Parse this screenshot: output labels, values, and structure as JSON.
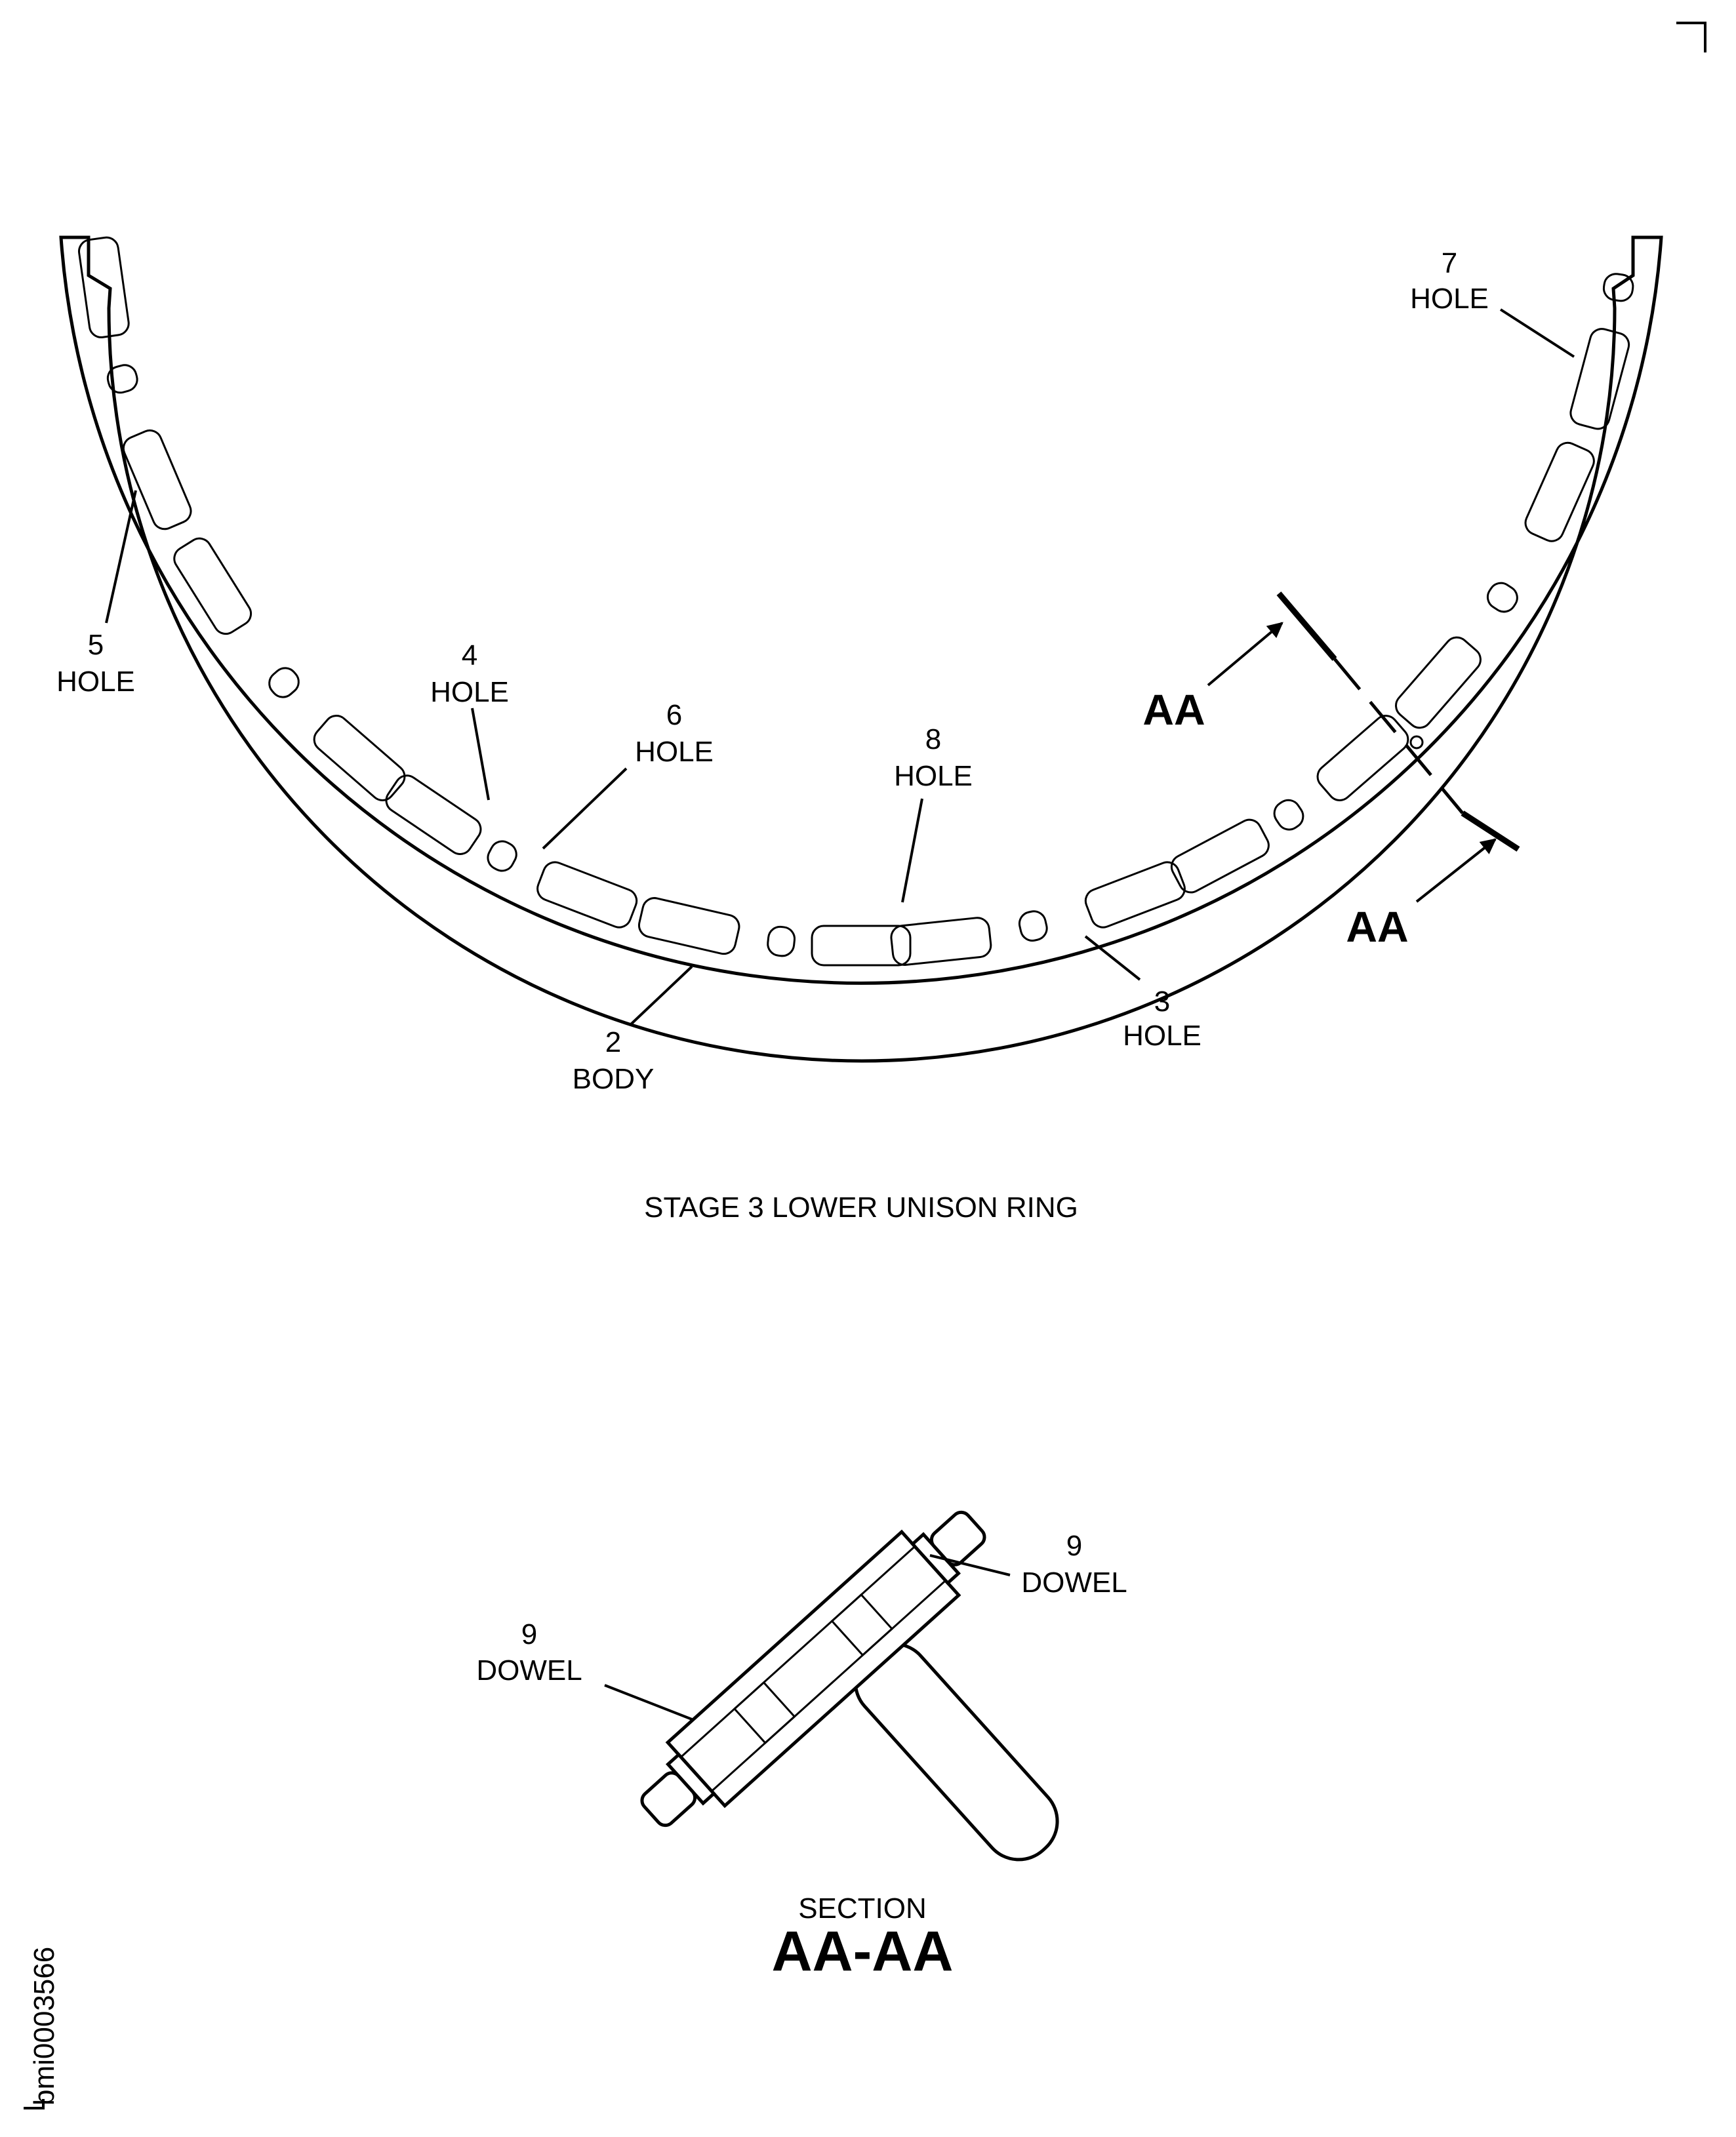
{
  "figure_id": "bmi0003566",
  "title": "STAGE 3 LOWER UNISON RING",
  "callouts": [
    {
      "num": "7",
      "name": "HOLE"
    },
    {
      "num": "5",
      "name": "HOLE"
    },
    {
      "num": "4",
      "name": "HOLE"
    },
    {
      "num": "6",
      "name": "HOLE"
    },
    {
      "num": "8",
      "name": "HOLE"
    },
    {
      "num": "2",
      "name": "BODY"
    },
    {
      "num": "3",
      "name": "HOLE"
    }
  ],
  "section_marker": "AA",
  "section": {
    "caption": "SECTION",
    "name": "AA-AA",
    "callouts": [
      {
        "num": "9",
        "name": "DOWEL"
      },
      {
        "num": "9",
        "name": "DOWEL"
      }
    ]
  }
}
